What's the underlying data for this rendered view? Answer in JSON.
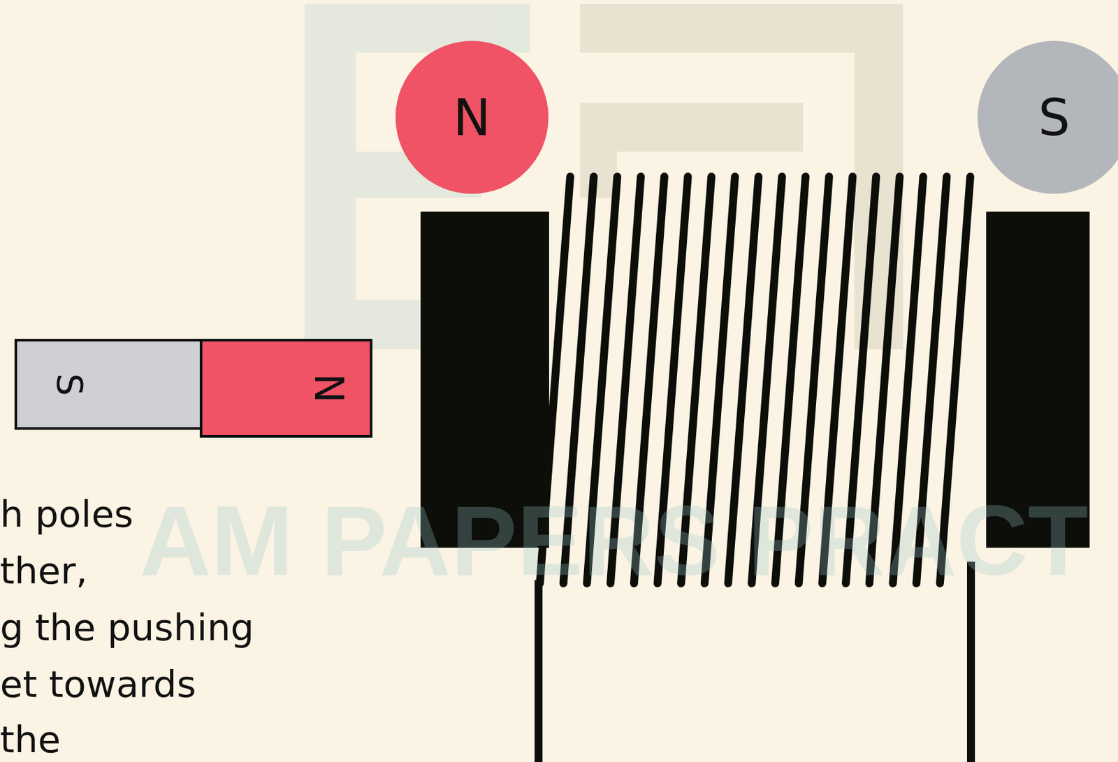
{
  "diagram": {
    "nodes": [
      {
        "text": [
          "N"
        ]
      },
      {
        "text": [
          "S"
        ]
      },
      {
        "text": [
          "S"
        ]
      },
      {
        "text": [
          "N"
        ]
      }
    ],
    "labels": [
      "h poles",
      "ther,",
      "g the pushing",
      "et towards",
      "the",
      "AM PAPERS PRACT"
    ]
  }
}
